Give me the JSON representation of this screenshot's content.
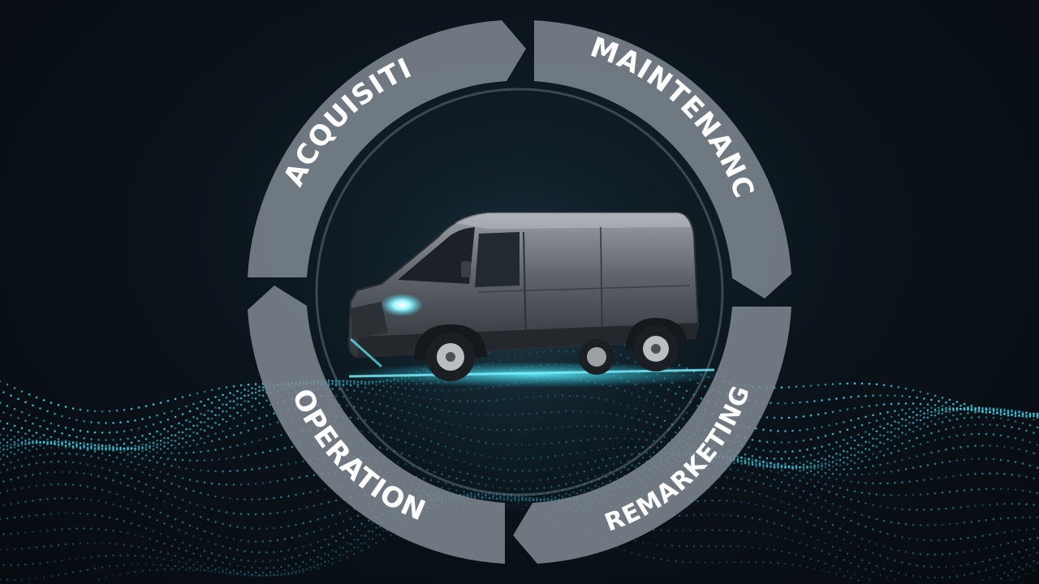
{
  "cycle": {
    "segments": [
      {
        "id": "acquisition",
        "label": "ACQUISITION"
      },
      {
        "id": "maintenance",
        "label": "MAINTENANCE"
      },
      {
        "id": "remarketing",
        "label": "REMARKETING"
      },
      {
        "id": "operation",
        "label": "OPERATION"
      }
    ],
    "center_image": "cargo-van"
  },
  "colors": {
    "segment_fill": "#7d868f",
    "segment_text": "#ffffff",
    "glow": "#3fe6ff",
    "background": "#0b141b"
  }
}
